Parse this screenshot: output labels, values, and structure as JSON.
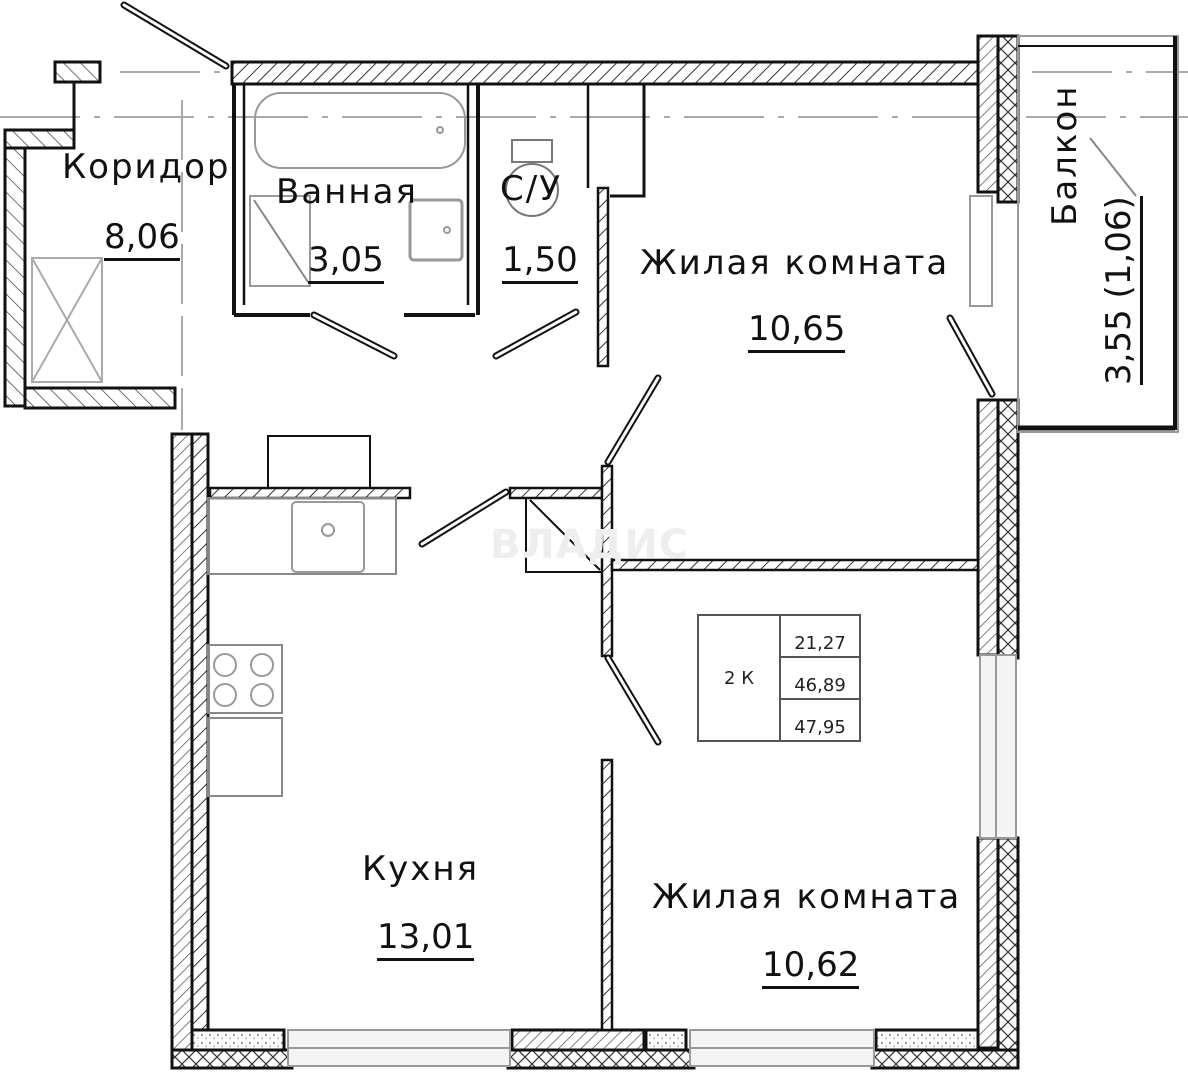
{
  "plan": {
    "rooms": [
      {
        "id": "corridor",
        "name": "Коридор",
        "area": "8,06"
      },
      {
        "id": "bathroom",
        "name": "Ванная",
        "area": "3,05"
      },
      {
        "id": "toilet",
        "name": "С/У",
        "area": "1,50"
      },
      {
        "id": "living-room-1",
        "name": "Жилая комната",
        "area": "10,65"
      },
      {
        "id": "balcony",
        "name": "Балкон",
        "area": "3,55 (1,06)"
      },
      {
        "id": "kitchen",
        "name": "Кухня",
        "area": "13,01"
      },
      {
        "id": "living-room-2",
        "name": "Жилая комната",
        "area": "10,62"
      }
    ],
    "summary": {
      "rooms_count": "2 К",
      "living_area": "21,27",
      "total_area": "46,89",
      "total_area_with_balcony": "47,95"
    },
    "watermark": "ВЛАДИС",
    "colors": {
      "wall": "#111111",
      "fixture": "#9a9a9a",
      "axis": "#aaaaaa",
      "text": "#111111"
    }
  }
}
